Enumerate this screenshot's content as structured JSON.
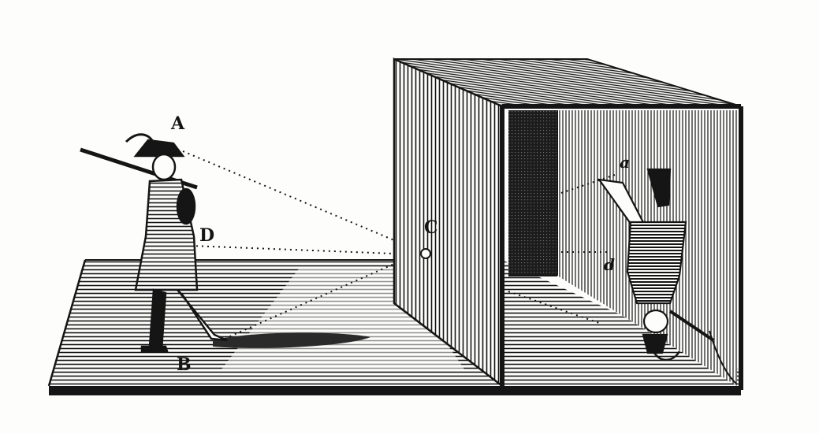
{
  "labels": {
    "a": "A",
    "b": "B",
    "c": "C",
    "d": "D",
    "image_a": "a",
    "image_d": "d"
  },
  "colors": {
    "ink": "#151515",
    "paper": "#fdfdfc",
    "shadow": "#2a2a2a"
  }
}
